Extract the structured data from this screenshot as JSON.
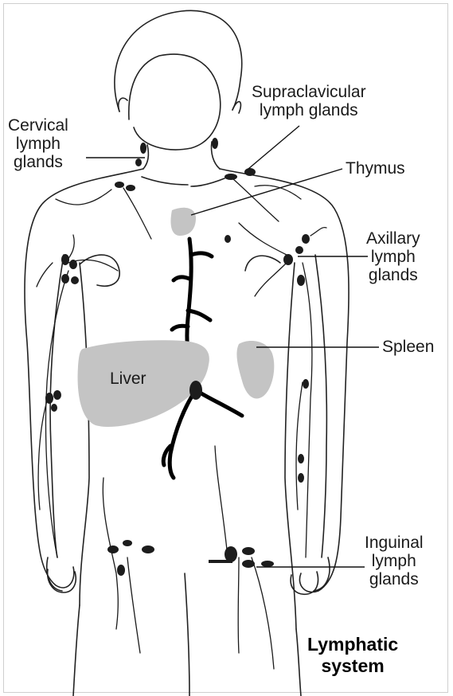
{
  "labels": {
    "cervical": [
      "Cervical",
      "lymph",
      "glands"
    ],
    "supraclavicular": [
      "Supraclavicular",
      "lymph glands"
    ],
    "thymus": "Thymus",
    "axillary": [
      "Axillary",
      "lymph",
      "glands"
    ],
    "spleen": "Spleen",
    "liver": "Liver",
    "inguinal": [
      "Inguinal",
      "lymph",
      "glands"
    ]
  },
  "title": [
    "Lymphatic",
    "system"
  ],
  "colors": {
    "outline": "#222222",
    "organ_fill": "#c4c4c4",
    "vessel": "#000000",
    "node": "#1c1c1c"
  }
}
